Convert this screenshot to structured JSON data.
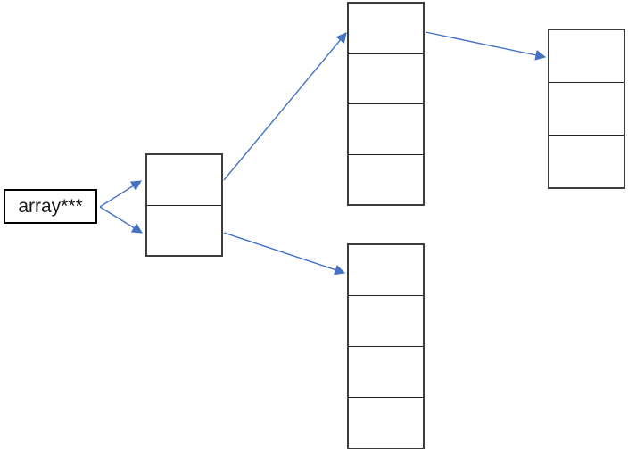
{
  "diagram": {
    "label": "array***",
    "colors": {
      "arrow": "#4472C4",
      "cell_border": "#3d3d3d",
      "cell_divider": "#242424",
      "label_border": "#000000",
      "background": "#ffffff"
    },
    "nodes": [
      {
        "id": "array-label",
        "type": "label",
        "text": "array***"
      },
      {
        "id": "pointer-block",
        "type": "cell-column",
        "cells": 2
      },
      {
        "id": "row-top",
        "type": "cell-column",
        "cells": 4
      },
      {
        "id": "row-right",
        "type": "cell-column",
        "cells": 3
      },
      {
        "id": "row-bottom",
        "type": "cell-column",
        "cells": 4
      }
    ],
    "edges": [
      {
        "from": "array-label",
        "to": "pointer-block.cell-1"
      },
      {
        "from": "array-label",
        "to": "pointer-block.cell-2"
      },
      {
        "from": "pointer-block.cell-1",
        "to": "row-top.cell-1"
      },
      {
        "from": "pointer-block.cell-2",
        "to": "row-bottom.cell-1"
      },
      {
        "from": "row-top.cell-1",
        "to": "row-right.cell-1"
      }
    ]
  }
}
